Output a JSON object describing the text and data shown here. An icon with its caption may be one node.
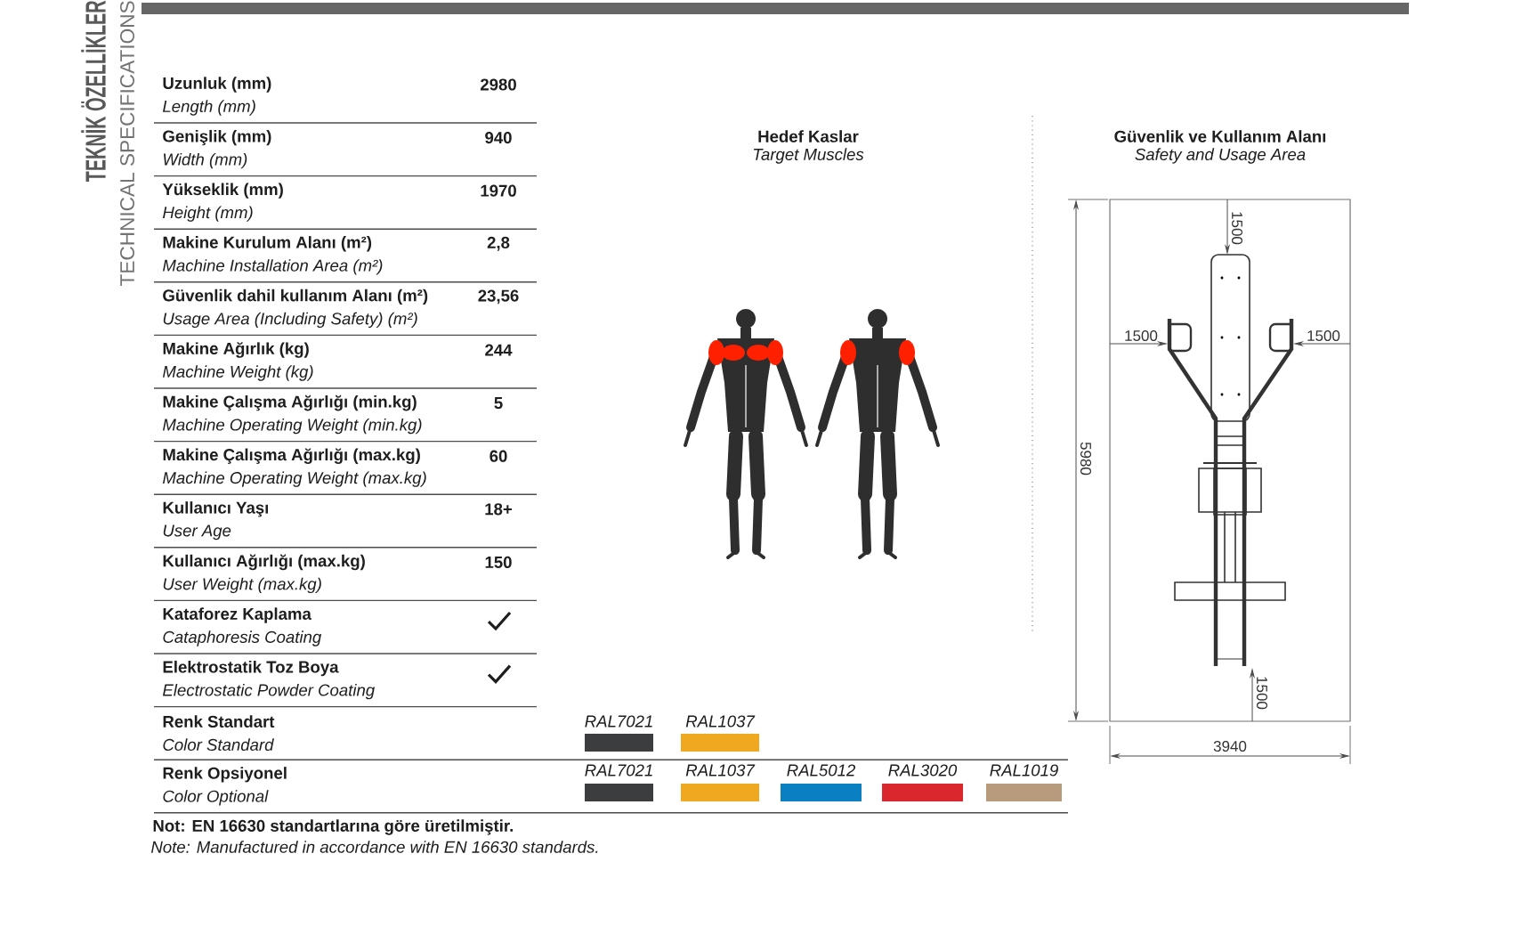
{
  "diagram": {
    "labels": [
      "TEKNİK ÖZELLİKLER",
      "TECHNICAL SPECIFICATIONS",
      "Uzunluk (mm)",
      "Length (mm)",
      "2980",
      "Genişlik (mm)",
      "Width (mm)",
      "940",
      "Yükseklik (mm)",
      "Height (mm)",
      "1970",
      "Makine Kurulum Alanı (m²)",
      "Machine Installation Area (m²)",
      "2,8",
      "Güvenlik dahil kullanım Alanı (m²)",
      "Usage Area (Including Safety) (m²)",
      "23,56",
      "Makine Ağırlık (kg)",
      "Machine Weight (kg)",
      "244",
      "Makine Çalışma Ağırlığı (min.kg)",
      "Machine Operating Weight (min.kg)",
      "5",
      "Makine Çalışma Ağırlığı (max.kg)",
      "Machine Operating Weight (max.kg)",
      "60",
      "Kullanıcı Yaşı",
      "User Age",
      "18+",
      "Kullanıcı Ağırlığı (max.kg)",
      "User Weight (max.kg)",
      "150",
      "Kataforez Kaplama",
      "Cataphoresis Coating",
      "Elektrostatik Toz Boya",
      "Electrostatic Powder Coating",
      "Renk Standart",
      "Color Standard",
      "Renk Opsiyonel",
      "Color Optional",
      "Hedef Kaslar",
      "Target Muscles",
      "Güvenlik ve Kullanım Alanı",
      "Safety and Usage Area",
      "1500",
      "1500",
      "1500",
      "5980",
      "1500",
      "3940",
      "Not: EN 16630 standartlarına göre üretilmiştir.",
      "Note: Manufactured in accordance with EN 16630 standards."
    ],
    "legend": [
      {
        "text": "RAL7021",
        "color": "#3c3d3f"
      },
      {
        "text": "RAL1037",
        "color": "#f0a820"
      },
      {
        "text": "RAL7021",
        "color": "#3c3d3f"
      },
      {
        "text": "RAL1037",
        "color": "#f0a820"
      },
      {
        "text": "RAL5012",
        "color": "#0a7fc1"
      },
      {
        "text": "RAL3020",
        "color": "#d9272d"
      },
      {
        "text": "RAL1019",
        "color": "#b89b7d"
      }
    ]
  }
}
